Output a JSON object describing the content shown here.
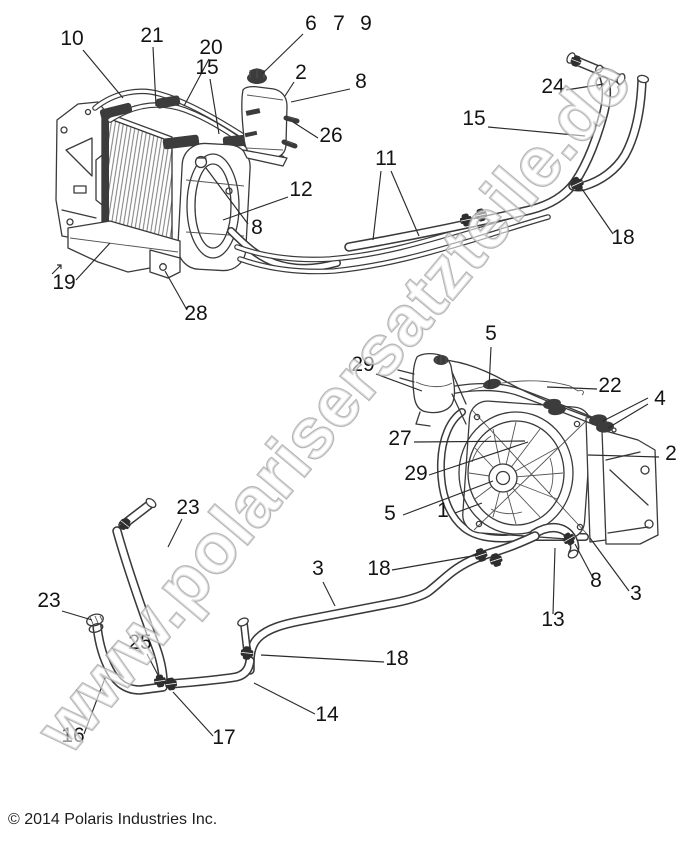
{
  "page": {
    "background_color": "#ffffff",
    "line_color": "#3a3a3a"
  },
  "watermark": {
    "text": "www.polarisersatzteile.de",
    "outline_color": "#9e9e9e",
    "fill_color": "#ffffff"
  },
  "footer": {
    "copyright": "© 2014 Polaris Industries Inc."
  },
  "diagram": {
    "callouts": [
      "10",
      "21",
      "20",
      "15",
      "6",
      "7",
      "9",
      "2",
      "8",
      "26",
      "12",
      "8",
      "11",
      "19",
      "28",
      "24",
      "15",
      "18",
      "5",
      "29",
      "22",
      "4",
      "27",
      "29",
      "2",
      "5",
      "1",
      "18",
      "8",
      "3",
      "13",
      "23",
      "23",
      "25",
      "16",
      "17",
      "14",
      "3",
      "18"
    ]
  }
}
